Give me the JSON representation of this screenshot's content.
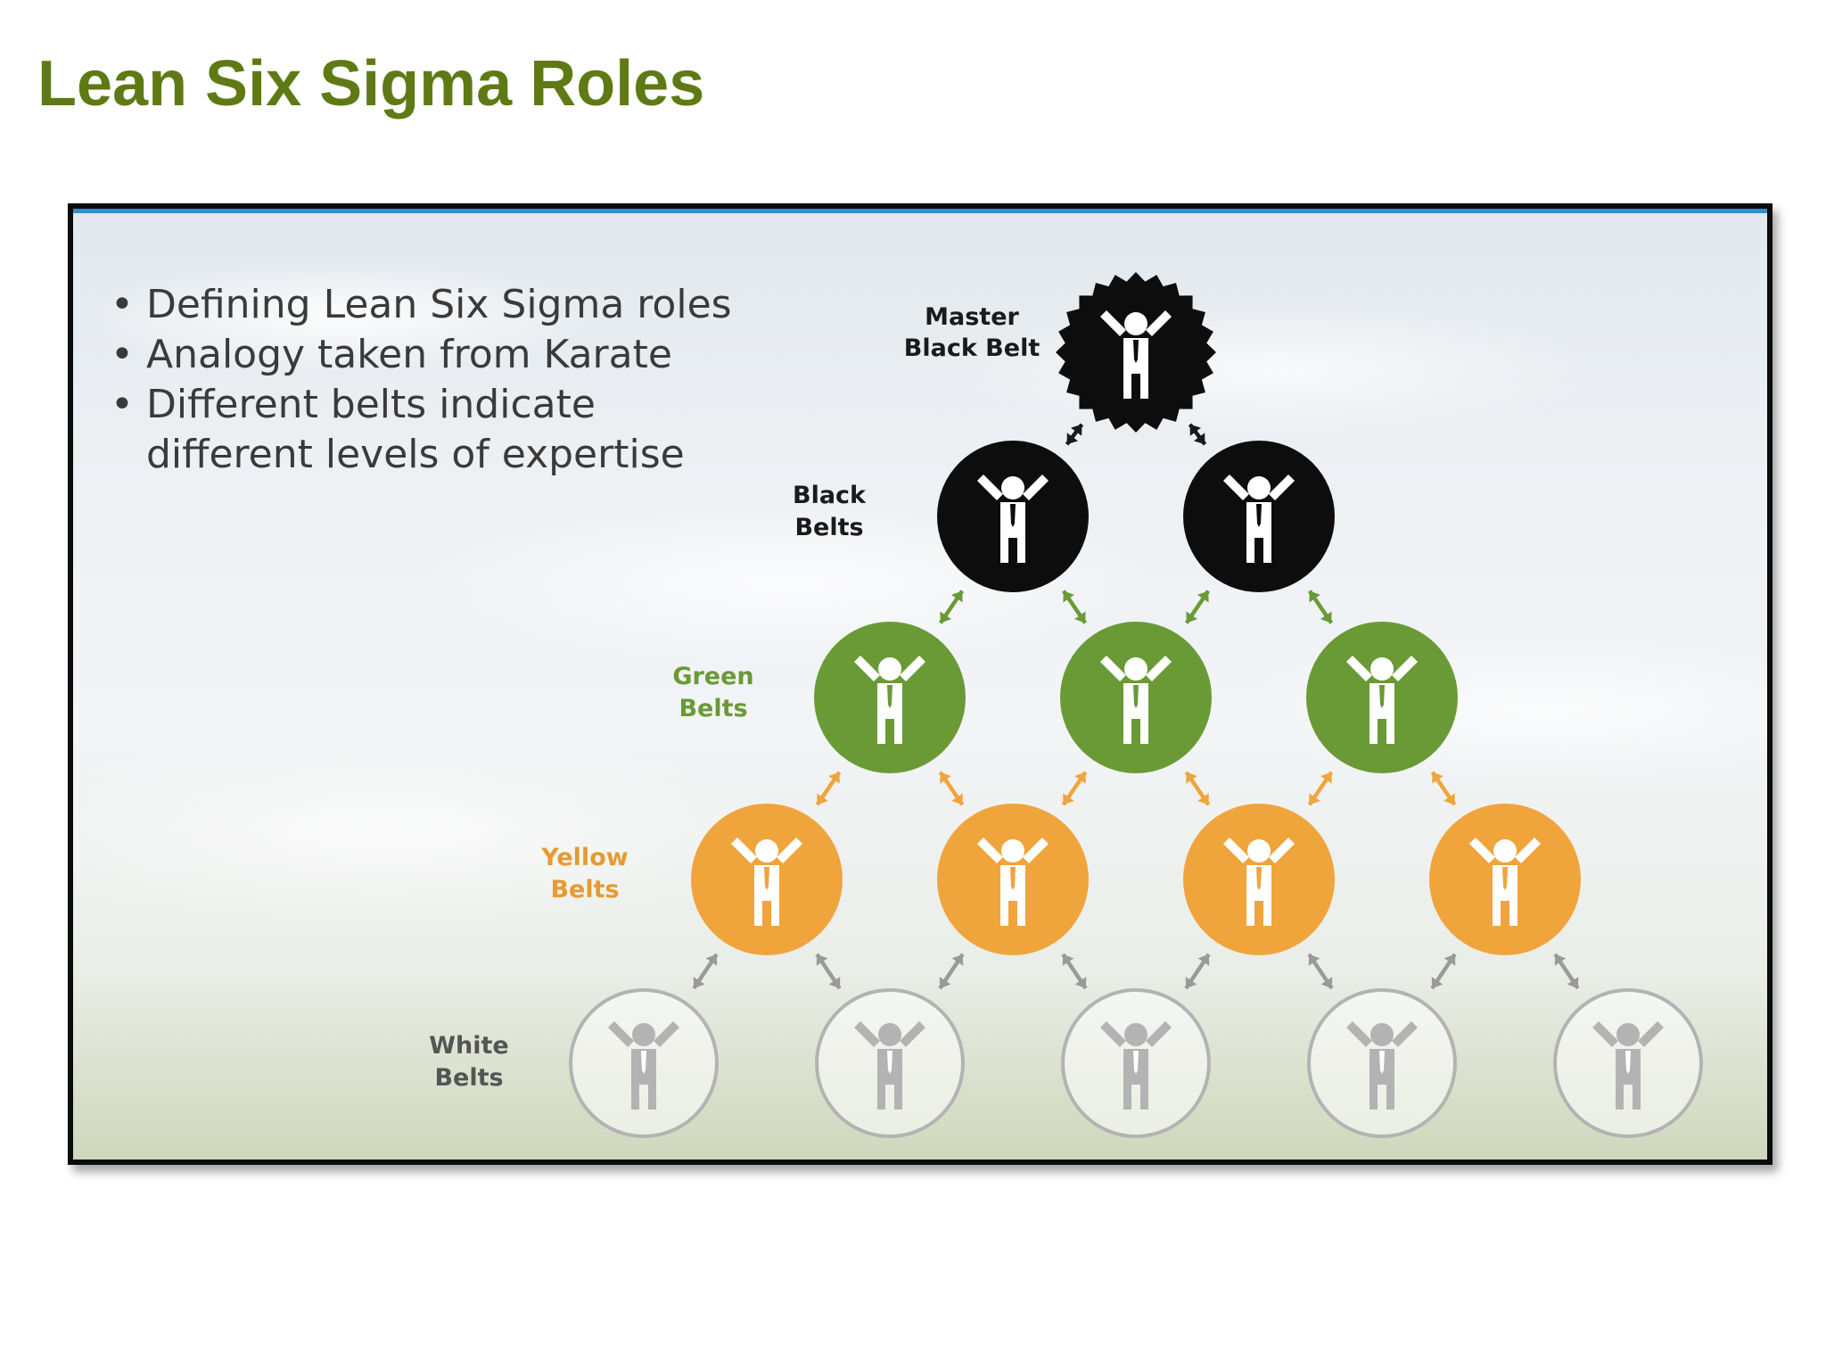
{
  "slide": {
    "title": "Lean Six Sigma Roles"
  },
  "bullets": [
    "Defining Lean Six Sigma roles",
    "Analogy taken from Karate",
    "Different belts indicate different levels of expertise"
  ],
  "levels": [
    {
      "label_line1": "Master",
      "label_line2": "Black Belt",
      "color": "#0d0d0d",
      "count": 1,
      "style": "seal"
    },
    {
      "label_line1": "Black",
      "label_line2": "Belts",
      "color": "#0d0d0d",
      "count": 2,
      "style": "solid"
    },
    {
      "label_line1": "Green",
      "label_line2": "Belts",
      "color": "#6a9a35",
      "count": 3,
      "style": "solid"
    },
    {
      "label_line1": "Yellow",
      "label_line2": "Belts",
      "color": "#f0a43c",
      "count": 4,
      "style": "solid"
    },
    {
      "label_line1": "White",
      "label_line2": "Belts",
      "color": "#b3b3b3",
      "count": 5,
      "style": "outline"
    }
  ],
  "label_colors": {
    "master": "#1a1a1a",
    "black": "#1a1a1a",
    "green": "#6a9a35",
    "yellow": "#e79a30",
    "white": "#555555"
  },
  "arrow_colors": {
    "master_to_black": "#1a1a1a",
    "black_to_green": "#6a9a35",
    "green_to_yellow": "#f0a43c",
    "yellow_to_white": "#9a9a9a"
  },
  "icons": {
    "person": "person-arms-raised-icon",
    "arrow": "double-headed-arrow-icon"
  }
}
